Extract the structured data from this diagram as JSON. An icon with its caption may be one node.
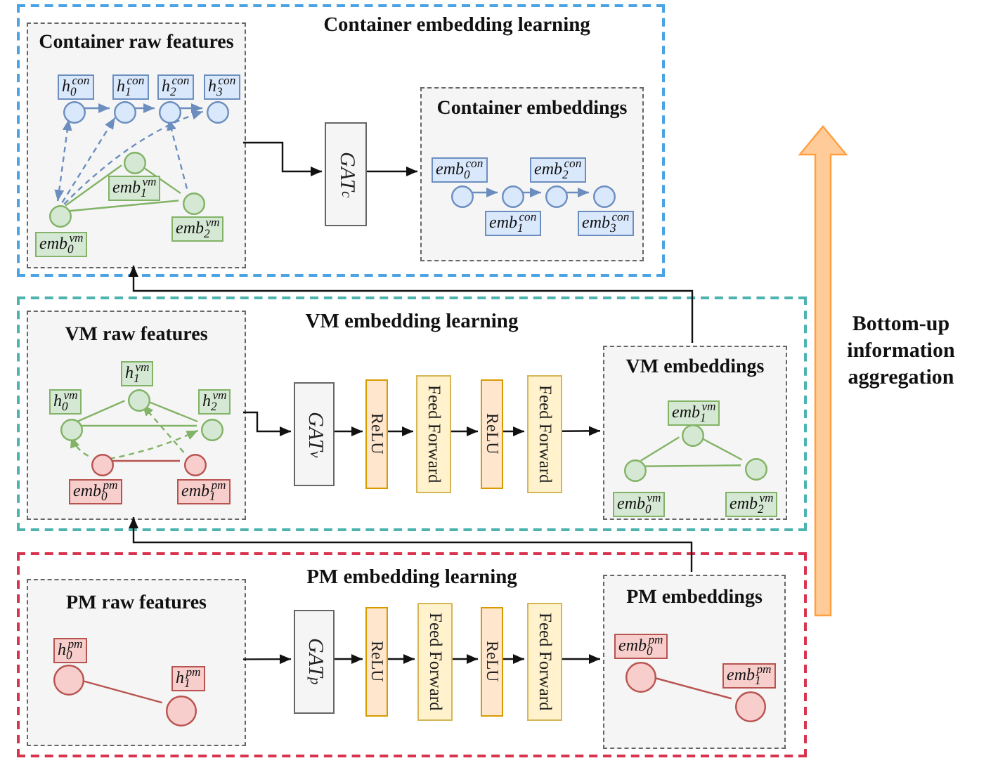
{
  "diagram": {
    "nodes": [
      {
        "text": [
          "Container embedding learning"
        ]
      },
      {
        "text": [
          "Container raw features"
        ],
        "in": 0
      },
      {
        "text": [
          "h$_{0}$$^{con}$"
        ],
        "in": 1
      },
      {
        "text": [
          "h$_{1}$$^{con}$"
        ],
        "in": 1
      },
      {
        "text": [
          "h$_{2}$$^{con}$"
        ],
        "in": 1
      },
      {
        "text": [
          "h$_{3}$$^{con}$"
        ],
        "in": 1
      },
      {
        "text": [],
        "shape": "circle",
        "in": 1
      },
      {
        "text": [],
        "shape": "circle",
        "in": 1
      },
      {
        "text": [],
        "shape": "circle",
        "in": 1
      },
      {
        "text": [],
        "shape": "circle",
        "in": 1
      },
      {
        "text": [
          "emb$_{0}$$^{vm}$"
        ],
        "in": 1
      },
      {
        "text": [
          "emb$_{1}$$^{vm}$"
        ],
        "in": 1
      },
      {
        "text": [
          "emb$_{2}$$^{vm}$"
        ],
        "in": 1
      },
      {
        "text": [],
        "shape": "circle",
        "in": 1
      },
      {
        "text": [],
        "shape": "circle",
        "in": 1
      },
      {
        "text": [],
        "shape": "circle",
        "in": 1
      },
      {
        "text": [
          "GAT$_{c}$"
        ],
        "in": 0
      },
      {
        "text": [
          "Container embeddings"
        ],
        "in": 0
      },
      {
        "text": [
          "emb$_{0}$$^{con}$"
        ],
        "in": 17
      },
      {
        "text": [
          "emb$_{1}$$^{con}$"
        ],
        "in": 17
      },
      {
        "text": [
          "emb$_{2}$$^{con}$"
        ],
        "in": 17
      },
      {
        "text": [
          "emb$_{3}$$^{con}$"
        ],
        "in": 17
      },
      {
        "text": [],
        "shape": "circle",
        "in": 17
      },
      {
        "text": [],
        "shape": "circle",
        "in": 17
      },
      {
        "text": [],
        "shape": "circle",
        "in": 17
      },
      {
        "text": [],
        "shape": "circle",
        "in": 17
      },
      {
        "text": [
          "VM embedding learning"
        ]
      },
      {
        "text": [
          "VM raw features"
        ],
        "in": 26
      },
      {
        "text": [
          "h$_{0}$$^{vm}$"
        ],
        "in": 27
      },
      {
        "text": [
          "h$_{1}$$^{vm}$"
        ],
        "in": 27
      },
      {
        "text": [
          "h$_{2}$$^{vm}$"
        ],
        "in": 27
      },
      {
        "text": [],
        "shape": "circle",
        "in": 27
      },
      {
        "text": [],
        "shape": "circle",
        "in": 27
      },
      {
        "text": [],
        "shape": "circle",
        "in": 27
      },
      {
        "text": [
          "emb$_{0}$$^{pm}$"
        ],
        "in": 27
      },
      {
        "text": [
          "emb$_{1}$$^{pm}$"
        ],
        "in": 27
      },
      {
        "text": [],
        "shape": "circle",
        "in": 27
      },
      {
        "text": [],
        "shape": "circle",
        "in": 27
      },
      {
        "text": [
          "GAT$_{v}$"
        ],
        "in": 26
      },
      {
        "text": [
          "ReLU"
        ],
        "in": 26
      },
      {
        "text": [
          "Feed Forward"
        ],
        "in": 26
      },
      {
        "text": [
          "ReLU"
        ],
        "in": 26
      },
      {
        "text": [
          "Feed Forward"
        ],
        "in": 26
      },
      {
        "text": [
          "VM embeddings"
        ],
        "in": 26
      },
      {
        "text": [
          "emb$_{0}$$^{vm}$"
        ],
        "in": 43
      },
      {
        "text": [
          "emb$_{1}$$^{vm}$"
        ],
        "in": 43
      },
      {
        "text": [
          "emb$_{2}$$^{vm}$"
        ],
        "in": 43
      },
      {
        "text": [],
        "shape": "circle",
        "in": 43
      },
      {
        "text": [],
        "shape": "circle",
        "in": 43
      },
      {
        "text": [],
        "shape": "circle",
        "in": 43
      },
      {
        "text": [
          "PM embedding learning"
        ]
      },
      {
        "text": [
          "PM raw features"
        ],
        "in": 50
      },
      {
        "text": [
          "h$_{0}$$^{pm}$"
        ],
        "in": 51
      },
      {
        "text": [
          "h$_{1}$$^{pm}$"
        ],
        "in": 51
      },
      {
        "text": [],
        "shape": "circle",
        "in": 51
      },
      {
        "text": [],
        "shape": "circle",
        "in": 51
      },
      {
        "text": [
          "GAT$_{p}$"
        ],
        "in": 50
      },
      {
        "text": [
          "ReLU"
        ],
        "in": 50
      },
      {
        "text": [
          "Feed Forward"
        ],
        "in": 50
      },
      {
        "text": [
          "ReLU"
        ],
        "in": 50
      },
      {
        "text": [
          "Feed Forward"
        ],
        "in": 50
      },
      {
        "text": [
          "PM embeddings"
        ],
        "in": 50
      },
      {
        "text": [
          "emb$_{0}$$^{pm}$"
        ],
        "in": 61
      },
      {
        "text": [
          "emb$_{1}$$^{pm}$"
        ],
        "in": 61
      },
      {
        "text": [],
        "shape": "circle",
        "in": 61
      },
      {
        "text": [],
        "shape": "circle",
        "in": 61
      }
    ],
    "edges": [
      {
        "from": 6,
        "to": 7,
        "arrow": "to",
        "color": "#6c8ebf"
      },
      {
        "from": 7,
        "to": 8,
        "arrow": "to",
        "color": "#6c8ebf"
      },
      {
        "from": 8,
        "to": 9,
        "arrow": "to",
        "color": "#6c8ebf"
      },
      {
        "from": 13,
        "to": 6,
        "arrow": "both",
        "style": "dashed",
        "color": "#6c8ebf"
      },
      {
        "from": 13,
        "to": 7,
        "arrow": "to",
        "style": "dashed",
        "color": "#6c8ebf"
      },
      {
        "from": 13,
        "to": 9,
        "arrow": "to",
        "style": "dashed",
        "color": "#6c8ebf"
      },
      {
        "from": 15,
        "to": 8,
        "arrow": "to",
        "style": "dashed",
        "color": "#6c8ebf"
      },
      {
        "from": 13,
        "to": 14,
        "arrow": "none",
        "color": "#82b366"
      },
      {
        "from": 14,
        "to": 15,
        "arrow": "none",
        "color": "#82b366"
      },
      {
        "from": 13,
        "to": 15,
        "arrow": "none",
        "color": "#82b366"
      },
      {
        "from": 1,
        "to": 16,
        "arrow": "to"
      },
      {
        "from": 16,
        "to": 17,
        "arrow": "to"
      },
      {
        "from": 22,
        "to": 23,
        "arrow": "to",
        "color": "#6c8ebf"
      },
      {
        "from": 23,
        "to": 24,
        "arrow": "to",
        "color": "#6c8ebf"
      },
      {
        "from": 24,
        "to": 25,
        "arrow": "to",
        "color": "#6c8ebf"
      },
      {
        "from": 31,
        "to": 32,
        "arrow": "none",
        "color": "#82b366"
      },
      {
        "from": 32,
        "to": 33,
        "arrow": "none",
        "color": "#82b366"
      },
      {
        "from": 31,
        "to": 33,
        "arrow": "none",
        "color": "#82b366"
      },
      {
        "from": 36,
        "to": 37,
        "arrow": "none",
        "color": "#b85450"
      },
      {
        "from": 36,
        "to": 31,
        "arrow": "to",
        "style": "dashed",
        "color": "#82b366"
      },
      {
        "from": 36,
        "to": 33,
        "arrow": "to",
        "style": "dashed",
        "color": "#82b366"
      },
      {
        "from": 37,
        "to": 32,
        "arrow": "to",
        "style": "dashed",
        "color": "#82b366"
      },
      {
        "from": 27,
        "to": 38,
        "arrow": "to"
      },
      {
        "from": 38,
        "to": 39,
        "arrow": "to"
      },
      {
        "from": 39,
        "to": 40,
        "arrow": "to"
      },
      {
        "from": 40,
        "to": 41,
        "arrow": "to"
      },
      {
        "from": 41,
        "to": 42,
        "arrow": "to"
      },
      {
        "from": 42,
        "to": 43,
        "arrow": "to"
      },
      {
        "from": 47,
        "to": 48,
        "arrow": "none",
        "color": "#82b366"
      },
      {
        "from": 48,
        "to": 49,
        "arrow": "none",
        "color": "#82b366"
      },
      {
        "from": 47,
        "to": 49,
        "arrow": "none",
        "color": "#82b366"
      },
      {
        "from": 43,
        "to": 1,
        "arrow": "to"
      },
      {
        "from": 54,
        "to": 55,
        "arrow": "none",
        "color": "#b85450"
      },
      {
        "from": 51,
        "to": 56,
        "arrow": "to"
      },
      {
        "from": 56,
        "to": 57,
        "arrow": "to"
      },
      {
        "from": 57,
        "to": 58,
        "arrow": "to"
      },
      {
        "from": 58,
        "to": 59,
        "arrow": "to"
      },
      {
        "from": 59,
        "to": 60,
        "arrow": "to"
      },
      {
        "from": 60,
        "to": 61,
        "arrow": "to"
      },
      {
        "from": 64,
        "to": 65,
        "arrow": "none",
        "color": "#b85450"
      },
      {
        "from": 61,
        "to": 27,
        "arrow": "to"
      }
    ],
    "labels": [
      "Bottom-up information aggregation"
    ]
  }
}
